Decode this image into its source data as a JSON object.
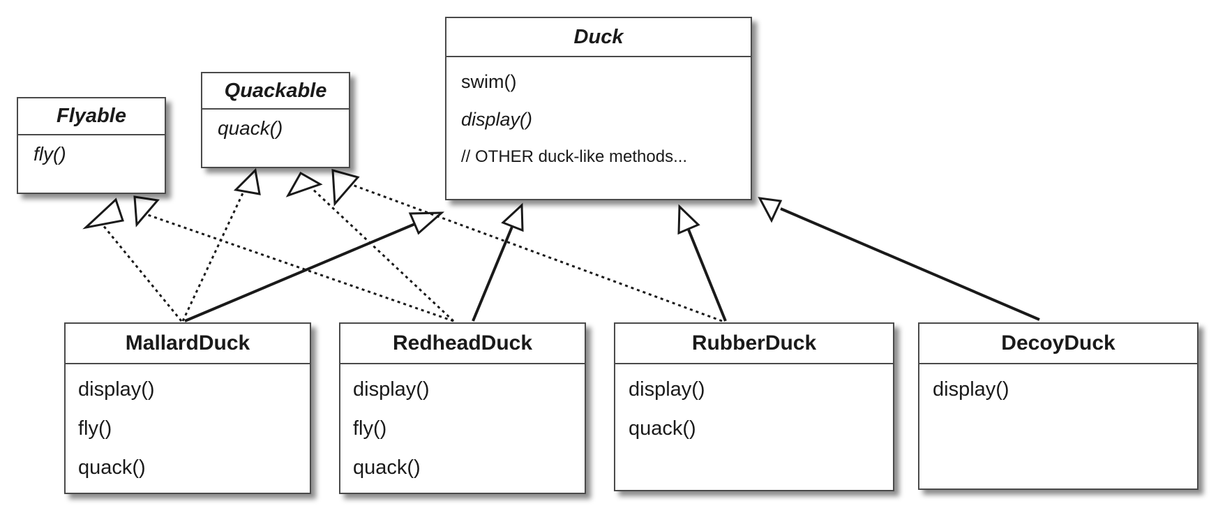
{
  "classes": {
    "duck": {
      "name": "Duck",
      "methods": [
        "swim()",
        "display()",
        "// OTHER duck-like methods..."
      ]
    },
    "flyable": {
      "name": "Flyable",
      "methods": [
        "fly()"
      ]
    },
    "quackable": {
      "name": "Quackable",
      "methods": [
        "quack()"
      ]
    },
    "mallard": {
      "name": "MallardDuck",
      "methods": [
        "display()",
        "fly()",
        "quack()"
      ]
    },
    "redhead": {
      "name": "RedheadDuck",
      "methods": [
        "display()",
        "fly()",
        "quack()"
      ]
    },
    "rubber": {
      "name": "RubberDuck",
      "methods": [
        "display()",
        "quack()"
      ]
    },
    "decoy": {
      "name": "DecoyDuck",
      "methods": [
        "display()"
      ]
    }
  },
  "relations": [
    {
      "from": "mallard",
      "to": "duck",
      "type": "inheritance"
    },
    {
      "from": "redhead",
      "to": "duck",
      "type": "inheritance"
    },
    {
      "from": "rubber",
      "to": "duck",
      "type": "inheritance"
    },
    {
      "from": "decoy",
      "to": "duck",
      "type": "inheritance"
    },
    {
      "from": "mallard",
      "to": "flyable",
      "type": "realization"
    },
    {
      "from": "mallard",
      "to": "quackable",
      "type": "realization"
    },
    {
      "from": "redhead",
      "to": "flyable",
      "type": "realization"
    },
    {
      "from": "redhead",
      "to": "quackable",
      "type": "realization"
    },
    {
      "from": "rubber",
      "to": "quackable",
      "type": "realization"
    }
  ],
  "colors": {
    "line": "#1a1a1a",
    "border": "#4a4a4a",
    "background": "#ffffff"
  }
}
